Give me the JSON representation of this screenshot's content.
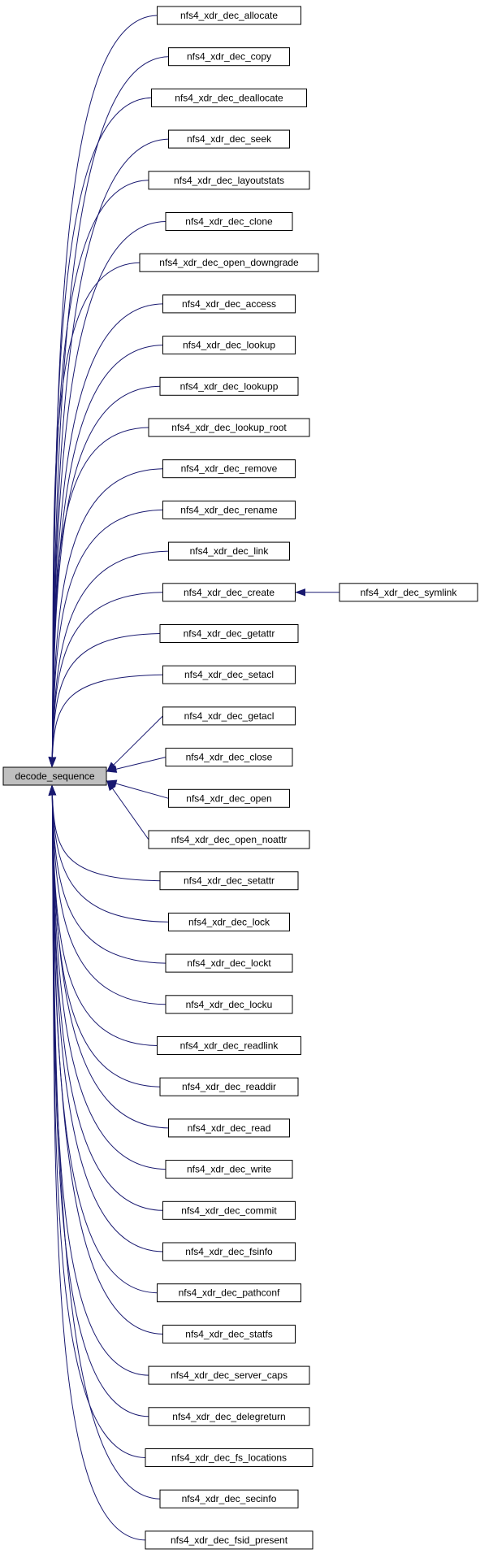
{
  "diagram": {
    "root": "decode_sequence",
    "callers": [
      "nfs4_xdr_dec_allocate",
      "nfs4_xdr_dec_copy",
      "nfs4_xdr_dec_deallocate",
      "nfs4_xdr_dec_seek",
      "nfs4_xdr_dec_layoutstats",
      "nfs4_xdr_dec_clone",
      "nfs4_xdr_dec_open_downgrade",
      "nfs4_xdr_dec_access",
      "nfs4_xdr_dec_lookup",
      "nfs4_xdr_dec_lookupp",
      "nfs4_xdr_dec_lookup_root",
      "nfs4_xdr_dec_remove",
      "nfs4_xdr_dec_rename",
      "nfs4_xdr_dec_link",
      "nfs4_xdr_dec_create",
      "nfs4_xdr_dec_getattr",
      "nfs4_xdr_dec_setacl",
      "nfs4_xdr_dec_getacl",
      "nfs4_xdr_dec_close",
      "nfs4_xdr_dec_open",
      "nfs4_xdr_dec_open_noattr",
      "nfs4_xdr_dec_setattr",
      "nfs4_xdr_dec_lock",
      "nfs4_xdr_dec_lockt",
      "nfs4_xdr_dec_locku",
      "nfs4_xdr_dec_readlink",
      "nfs4_xdr_dec_readdir",
      "nfs4_xdr_dec_read",
      "nfs4_xdr_dec_write",
      "nfs4_xdr_dec_commit",
      "nfs4_xdr_dec_fsinfo",
      "nfs4_xdr_dec_pathconf",
      "nfs4_xdr_dec_statfs",
      "nfs4_xdr_dec_server_caps",
      "nfs4_xdr_dec_delegreturn",
      "nfs4_xdr_dec_fs_locations",
      "nfs4_xdr_dec_secinfo",
      "nfs4_xdr_dec_fsid_present"
    ],
    "secondary": {
      "caller": "nfs4_xdr_dec_symlink",
      "target": "nfs4_xdr_dec_create"
    },
    "colors": {
      "edge": "#191970",
      "root_fill": "#bfbfbf",
      "node_fill": "#ffffff",
      "border": "#000000"
    }
  }
}
